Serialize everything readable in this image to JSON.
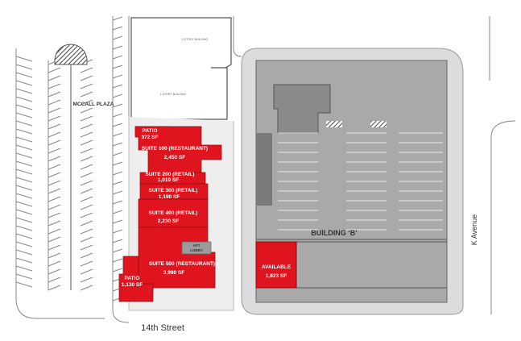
{
  "plaza_label": "MCCALL PLAZA",
  "street_bottom": "14th Street",
  "street_right": "K Avenue",
  "building_b_label": "BUILDING ‘B’",
  "upper_building": {
    "top_label": "2-STORY BUILDING",
    "bottom_label": "1-STORY BUILDING"
  },
  "apt_lobby": [
    "APT",
    "LOBBY"
  ],
  "suites": [
    {
      "name": "PATIO",
      "area": "372 SF"
    },
    {
      "name": "SUITE 100 (RESTAURANT)",
      "area": "2,450 SF"
    },
    {
      "name": "SUITE 200 (RETAIL)",
      "area": "1,019 SF"
    },
    {
      "name": "SUITE 300 (RETAIL)",
      "area": "1,190 SF"
    },
    {
      "name": "SUITE 400 (RETAIL)",
      "area": "2,230 SF"
    },
    {
      "name": "SUITE 500 (RESTAURANT)",
      "area": "3,990 SF"
    },
    {
      "name": "PATIO",
      "area": "1,130 SF"
    },
    {
      "name": "AVAILABLE",
      "area": "1,823 SF"
    }
  ],
  "colors": {
    "available": "#e0141e",
    "building": "#a9a9a9",
    "sidewalk": "#dcdcdc",
    "outline": "#555555"
  }
}
